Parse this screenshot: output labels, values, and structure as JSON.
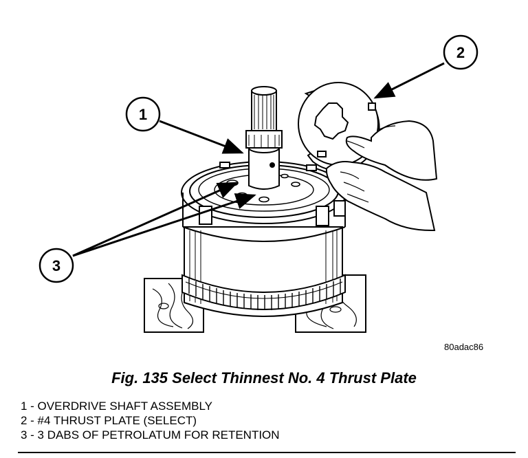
{
  "figure": {
    "code": "80adac86",
    "caption": "Fig. 135 Select Thinnest No. 4 Thrust Plate"
  },
  "callouts": [
    {
      "number": "1"
    },
    {
      "number": "2"
    },
    {
      "number": "3"
    }
  ],
  "legend": [
    {
      "text": "1 - OVERDRIVE SHAFT ASSEMBLY"
    },
    {
      "text": "2 - #4 THRUST PLATE (SELECT)"
    },
    {
      "text": "3 - 3 DABS OF PETROLATUM FOR RETENTION"
    }
  ]
}
